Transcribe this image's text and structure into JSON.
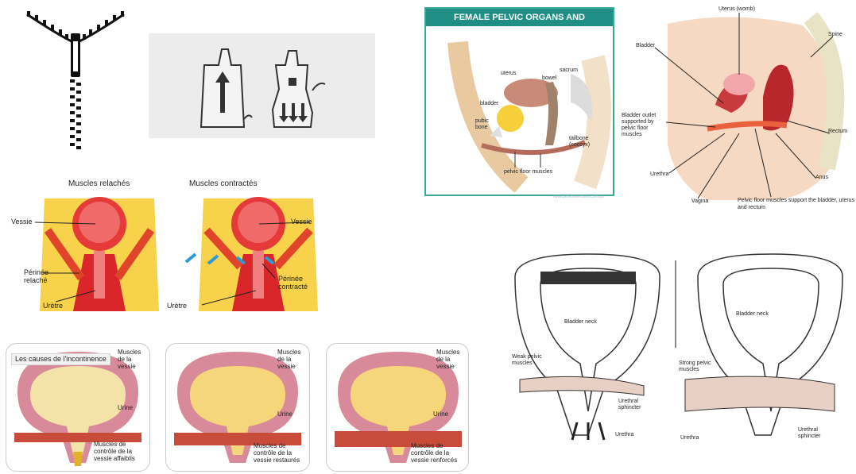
{
  "pelvic_organs": {
    "title": "FEMALE PELVIC ORGANS AND STRUCTURES",
    "labels": {
      "uterus": "uterus",
      "bowel": "bowel",
      "sacrum": "sacrum",
      "bladder": "bladder",
      "pubic_bone": "pubic bone",
      "tailbone": "tailbone (coccyx)",
      "pelvic_floor": "pelvic floor muscles"
    },
    "watermark": "www.pelvicexercises.com.au",
    "colors": {
      "header": "#1f8f85",
      "border": "#3aa79b"
    }
  },
  "sagittal": {
    "labels": {
      "uterus": "Uterus (womb)",
      "spine": "Spine",
      "bladder": "Bladder",
      "bladder_outlet": "Bladder outlet supported by pelvic floor muscles",
      "rectum": "Rectum",
      "anus": "Anus",
      "urethra": "Urethra",
      "vagina": "Vagina",
      "pelvic_floor": "Pelvic floor muscles support the bladder, uterus and rectum"
    }
  },
  "muscles_fr": {
    "relaxed_title": "Muscles relachés",
    "contracted_title": "Muscles contractés",
    "vessie_left": "Vessie",
    "vessie_right": "Vessie",
    "perinee_relache": "Périnée relaché",
    "perinee_contracte": "Périnée contracté",
    "uretre_left": "Urètre",
    "uretre_right": "Urètre"
  },
  "incontinence": {
    "caption": "Les causes de l'incontinence",
    "card1": {
      "muscles": "Muscles de la vessie",
      "urine": "Urine",
      "controle": "Muscles de contrôle de la vessie affaiblis"
    },
    "card2": {
      "muscles": "Muscles de la vessie",
      "urine": "Urine",
      "controle": "Muscles de contrôle de la vessie restaurés"
    },
    "card3": {
      "muscles": "Muscles de la vessie",
      "urine": "Urine",
      "controle": "Muscles de contrôle de la vessie renforcés"
    }
  },
  "bladder_neck": {
    "left": {
      "neck": "Bladder neck",
      "weak": "Weak pelvic muscles",
      "sphincter": "Urethral sphincter",
      "urethra": "Urethra"
    },
    "right": {
      "neck": "Bladder neck",
      "strong": "Strong pelvic muscles",
      "urethra": "Urethra",
      "sphincter": "Urethral sphincter"
    }
  }
}
